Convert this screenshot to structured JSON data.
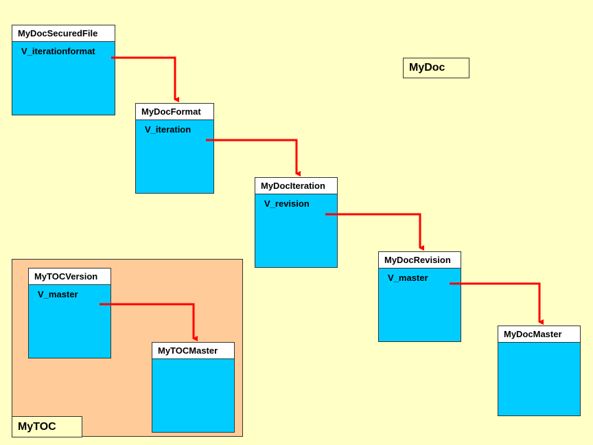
{
  "groups": {
    "mydoc_label": "MyDoc",
    "mytoc_label": "MyTOC"
  },
  "entities": {
    "securedfile": {
      "name": "MyDocSecuredFile",
      "attr": "V_iterationformat"
    },
    "format": {
      "name": "MyDocFormat",
      "attr": "V_iteration"
    },
    "iteration": {
      "name": "MyDocIteration",
      "attr": "V_revision"
    },
    "revision": {
      "name": "MyDocRevision",
      "attr": "V_master"
    },
    "master": {
      "name": "MyDocMaster"
    },
    "tocversion": {
      "name": "MyTOCVersion",
      "attr": "V_master"
    },
    "tocmaster": {
      "name": "MyTOCMaster"
    }
  },
  "colors": {
    "background": "#ffffc6",
    "entity_body": "#00ccff",
    "entity_header": "#ffffff",
    "group_fill": "#ffcc99",
    "arrow": "#ff0000"
  }
}
